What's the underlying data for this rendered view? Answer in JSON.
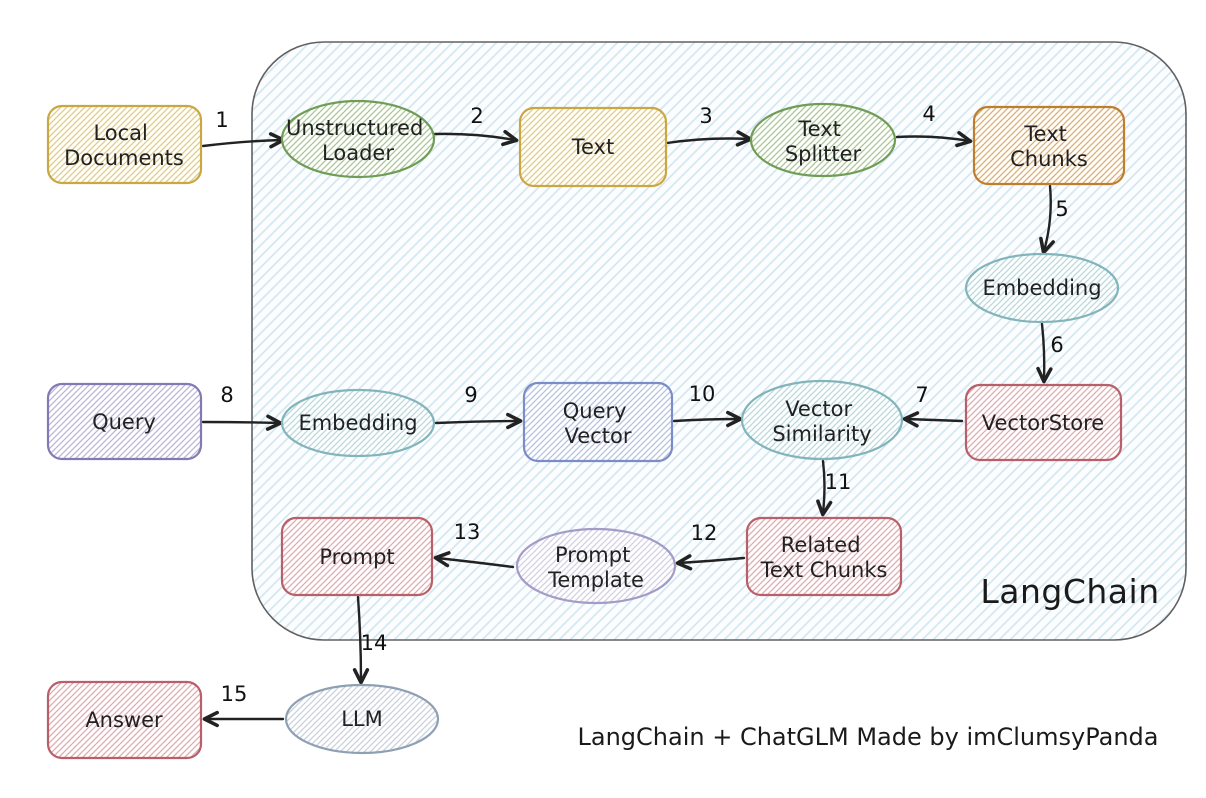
{
  "container": {
    "label": "LangChain"
  },
  "caption": "LangChain + ChatGLM Made by imClumsyPanda",
  "nodes": {
    "local_documents": {
      "lines": [
        "Local",
        "Documents"
      ]
    },
    "unstructured_loader": {
      "lines": [
        "Unstructured",
        "Loader"
      ]
    },
    "text": {
      "lines": [
        "Text"
      ]
    },
    "text_splitter": {
      "lines": [
        "Text",
        "Splitter"
      ]
    },
    "text_chunks": {
      "lines": [
        "Text",
        "Chunks"
      ]
    },
    "embedding_doc": {
      "lines": [
        "Embedding"
      ]
    },
    "vectorstore": {
      "lines": [
        "VectorStore"
      ]
    },
    "query": {
      "lines": [
        "Query"
      ]
    },
    "embedding_query": {
      "lines": [
        "Embedding"
      ]
    },
    "query_vector": {
      "lines": [
        "Query",
        "Vector"
      ]
    },
    "vector_similarity": {
      "lines": [
        "Vector",
        "Similarity"
      ]
    },
    "related_text_chunks": {
      "lines": [
        "Related",
        "Text Chunks"
      ]
    },
    "prompt_template": {
      "lines": [
        "Prompt",
        "Template"
      ]
    },
    "prompt": {
      "lines": [
        "Prompt"
      ]
    },
    "llm": {
      "lines": [
        "LLM"
      ]
    },
    "answer": {
      "lines": [
        "Answer"
      ]
    }
  },
  "edges": {
    "e1": {
      "label": "1",
      "from": "local_documents",
      "to": "unstructured_loader"
    },
    "e2": {
      "label": "2",
      "from": "unstructured_loader",
      "to": "text"
    },
    "e3": {
      "label": "3",
      "from": "text",
      "to": "text_splitter"
    },
    "e4": {
      "label": "4",
      "from": "text_splitter",
      "to": "text_chunks"
    },
    "e5": {
      "label": "5",
      "from": "text_chunks",
      "to": "embedding_doc"
    },
    "e6": {
      "label": "6",
      "from": "embedding_doc",
      "to": "vectorstore"
    },
    "e7": {
      "label": "7",
      "from": "vectorstore",
      "to": "vector_similarity"
    },
    "e8": {
      "label": "8",
      "from": "query",
      "to": "embedding_query"
    },
    "e9": {
      "label": "9",
      "from": "embedding_query",
      "to": "query_vector"
    },
    "e10": {
      "label": "10",
      "from": "query_vector",
      "to": "vector_similarity"
    },
    "e11": {
      "label": "11",
      "from": "vector_similarity",
      "to": "related_text_chunks"
    },
    "e12": {
      "label": "12",
      "from": "related_text_chunks",
      "to": "prompt_template"
    },
    "e13": {
      "label": "13",
      "from": "prompt_template",
      "to": "prompt"
    },
    "e14": {
      "label": "14",
      "from": "prompt",
      "to": "llm"
    },
    "e15": {
      "label": "15",
      "from": "llm",
      "to": "answer"
    }
  },
  "colors": {
    "yellow_border": "#c9a743",
    "green_border": "#6f9d55",
    "orange_border": "#bf7e2d",
    "teal_border": "#82b4bb",
    "red_border": "#b95f6a",
    "purple_border": "#837ab3",
    "blue_border": "#7b8dc7",
    "lavender_border": "#a39cc6",
    "slate_border": "#90a0b4",
    "container_border": "#606060",
    "container_hatch": "#d3e6f2",
    "arrow": "#222222"
  }
}
